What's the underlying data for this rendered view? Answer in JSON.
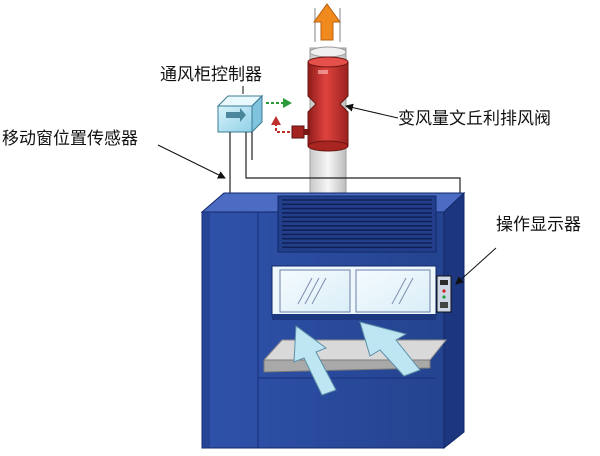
{
  "labels": {
    "controller": "通风柜控制器",
    "sash_sensor": "移动窗位置传感器",
    "venturi_valve": "变风量文丘利排风阀",
    "display": "操作显示器"
  },
  "colors": {
    "cabinet_blue": "#2d4ea3",
    "cabinet_dark": "#1d3680",
    "duct_grey": "#e6e6e6",
    "valve_red": "#c8312e",
    "controller_cyan": "#b8e6f4",
    "exhaust_arrow": "#f08a1e",
    "airflow_arrow": "#bde6f2",
    "signal_green": "#2a9a3a",
    "signal_red": "#c0302a"
  }
}
